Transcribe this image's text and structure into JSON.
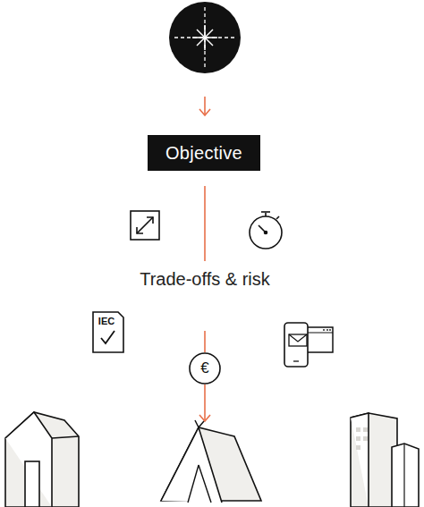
{
  "diagram": {
    "nodes": [
      {
        "text": [
          "Objective"
        ]
      }
    ],
    "labels": [
      "Trade-offs & risk",
      "IEC",
      "€"
    ]
  }
}
